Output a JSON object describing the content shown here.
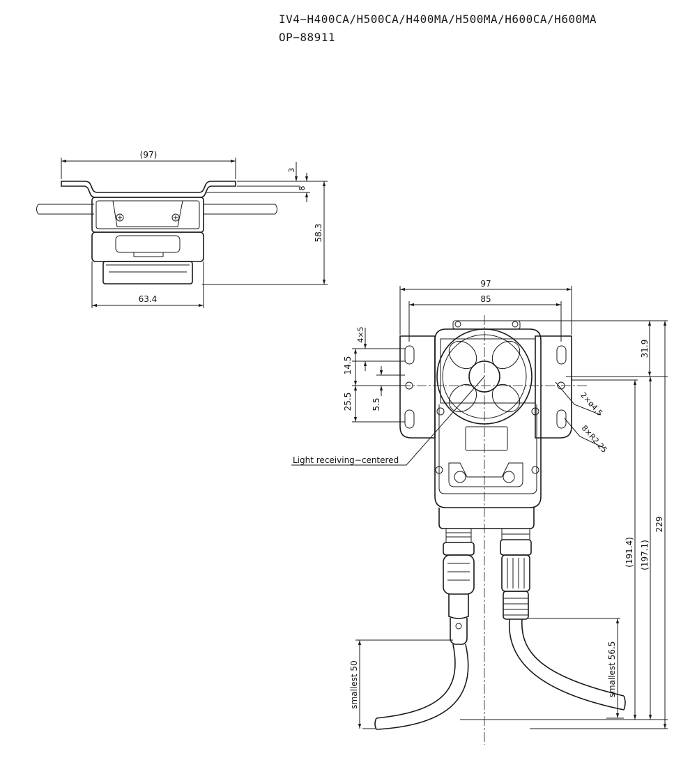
{
  "header": {
    "model_numbers": "IV4−H400CA/H500CA/H400MA/H500MA/H600CA/H600MA",
    "part_number": "OP−88911"
  },
  "side_view": {
    "dim_bracket_width": "(97)",
    "dim_thickness": "3",
    "dim_offset": "8",
    "dim_height": "58.3",
    "dim_body_width": "63.4"
  },
  "front_view": {
    "dim_outer_width": "97",
    "dim_hole_pitch": "85",
    "dim_slot_size": "4×5",
    "dim_slot_pitch": "14.5",
    "dim_slot_lower": "25.5",
    "dim_center_offset": "5.5",
    "dim_top_offset": "31.9",
    "dim_holes": "2×ø4.5",
    "dim_slot_radius": "8×R2.25",
    "label_light_receiving": "Light receiving−centered",
    "dim_len_191": "(191.4)",
    "dim_len_197": "(197.1)",
    "dim_total_length": "229",
    "dim_bend_left": "smallest  50",
    "dim_bend_right": "smallest  56.5"
  }
}
